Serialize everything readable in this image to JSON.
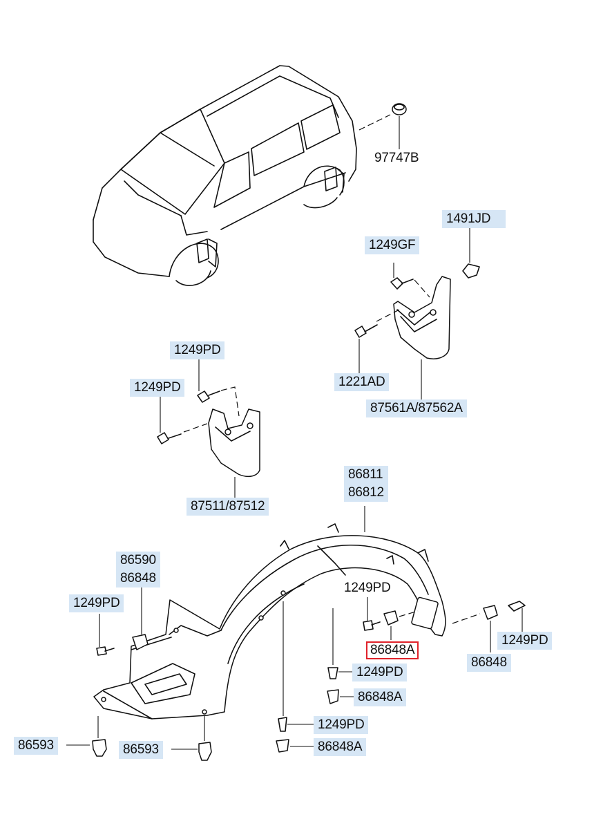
{
  "labels": {
    "l97747b": "97747B",
    "l1491jd": "1491JD",
    "l1249gf": "1249GF",
    "l1221ad": "1221AD",
    "l87561a": "87561A/87562A",
    "l1249pd_a": "1249PD",
    "l1249pd_b": "1249PD",
    "l87511": "87511/87512",
    "l86811": "86811",
    "l86812": "86812",
    "l86590": "86590",
    "l86848_a": "86848",
    "l1249pd_c": "1249PD",
    "l1249pd_d": "1249PD",
    "l86848a_hl": "86848A",
    "l1249pd_e": "1249PD",
    "l86848_b": "86848",
    "l1249pd_f": "1249PD",
    "l86848a_b": "86848A",
    "l1249pd_g": "1249PD",
    "l86848a_c": "86848A",
    "l86593_a": "86593",
    "l86593_b": "86593"
  },
  "colors": {
    "label_background": "#d6e6f5",
    "highlight_border": "#e0222a",
    "line_art": "#111111"
  }
}
